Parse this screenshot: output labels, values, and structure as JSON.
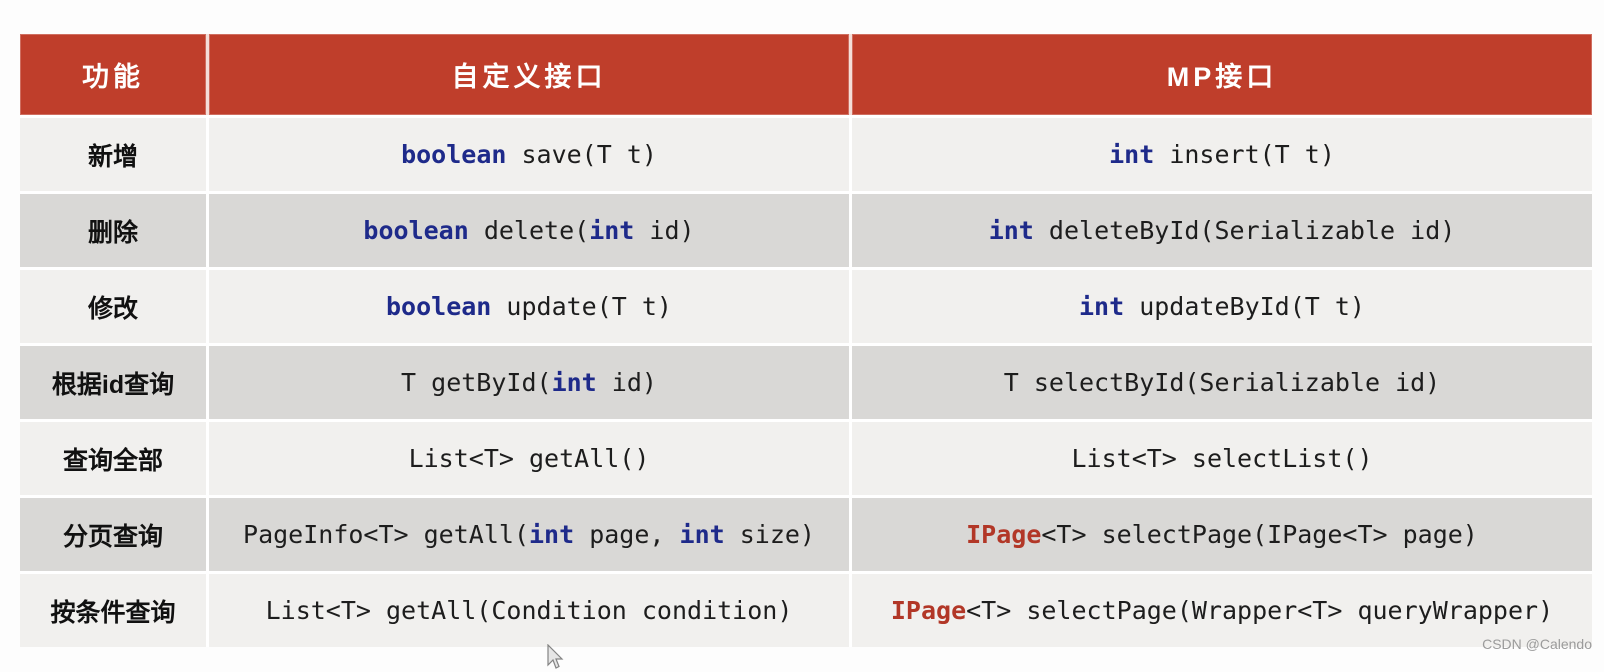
{
  "header": {
    "columns": [
      {
        "label": "功能"
      },
      {
        "label": "自定义接口"
      },
      {
        "label": "MP接口"
      }
    ]
  },
  "rows": [
    {
      "feature": "新增",
      "custom": [
        {
          "text": "boolean",
          "style": "keyword"
        },
        {
          "text": " save(T t)",
          "style": "plain"
        }
      ],
      "mp": [
        {
          "text": "int",
          "style": "keyword"
        },
        {
          "text": " insert(T t)",
          "style": "plain"
        }
      ]
    },
    {
      "feature": "删除",
      "custom": [
        {
          "text": "boolean",
          "style": "keyword"
        },
        {
          "text": " delete(",
          "style": "plain"
        },
        {
          "text": "int",
          "style": "keyword"
        },
        {
          "text": " id)",
          "style": "plain"
        }
      ],
      "mp": [
        {
          "text": "int",
          "style": "keyword"
        },
        {
          "text": " deleteById(Serializable id)",
          "style": "plain"
        }
      ]
    },
    {
      "feature": "修改",
      "custom": [
        {
          "text": "boolean",
          "style": "keyword"
        },
        {
          "text": " update(T t)",
          "style": "plain"
        }
      ],
      "mp": [
        {
          "text": "int",
          "style": "keyword"
        },
        {
          "text": " updateById(T t)",
          "style": "plain"
        }
      ]
    },
    {
      "feature": "根据id查询",
      "custom": [
        {
          "text": "T getById(",
          "style": "plain"
        },
        {
          "text": "int",
          "style": "keyword"
        },
        {
          "text": " id)",
          "style": "plain"
        }
      ],
      "mp": [
        {
          "text": "T selectById(Serializable id)",
          "style": "plain"
        }
      ]
    },
    {
      "feature": "查询全部",
      "custom": [
        {
          "text": "List<T> getAll()",
          "style": "plain"
        }
      ],
      "mp": [
        {
          "text": "List<T> selectList()",
          "style": "plain"
        }
      ]
    },
    {
      "feature": "分页查询",
      "custom": [
        {
          "text": "PageInfo<T> getAll(",
          "style": "plain"
        },
        {
          "text": "int",
          "style": "keyword"
        },
        {
          "text": " page, ",
          "style": "plain"
        },
        {
          "text": "int",
          "style": "keyword"
        },
        {
          "text": " size)",
          "style": "plain"
        }
      ],
      "mp": [
        {
          "text": "IPage",
          "style": "type-red"
        },
        {
          "text": "<T> selectPage(IPage<T> page)",
          "style": "plain"
        }
      ]
    },
    {
      "feature": "按条件查询",
      "custom": [
        {
          "text": "List<T> getAll(Condition condition)",
          "style": "plain"
        }
      ],
      "mp": [
        {
          "text": "IPage",
          "style": "type-red"
        },
        {
          "text": "<T> selectPage(Wrapper<T> queryWrapper)",
          "style": "plain"
        }
      ]
    }
  ],
  "watermark": "CSDN @Calendo",
  "colors": {
    "header_bg": "#bf3e2b",
    "header_text": "#ffffff",
    "row_light": "#f1f0ee",
    "row_dark": "#d9d8d6",
    "code_text": "#1d1d1d",
    "keyword": "#1e2a8a",
    "type_red": "#b23727",
    "watermark": "#9b9b9b"
  }
}
